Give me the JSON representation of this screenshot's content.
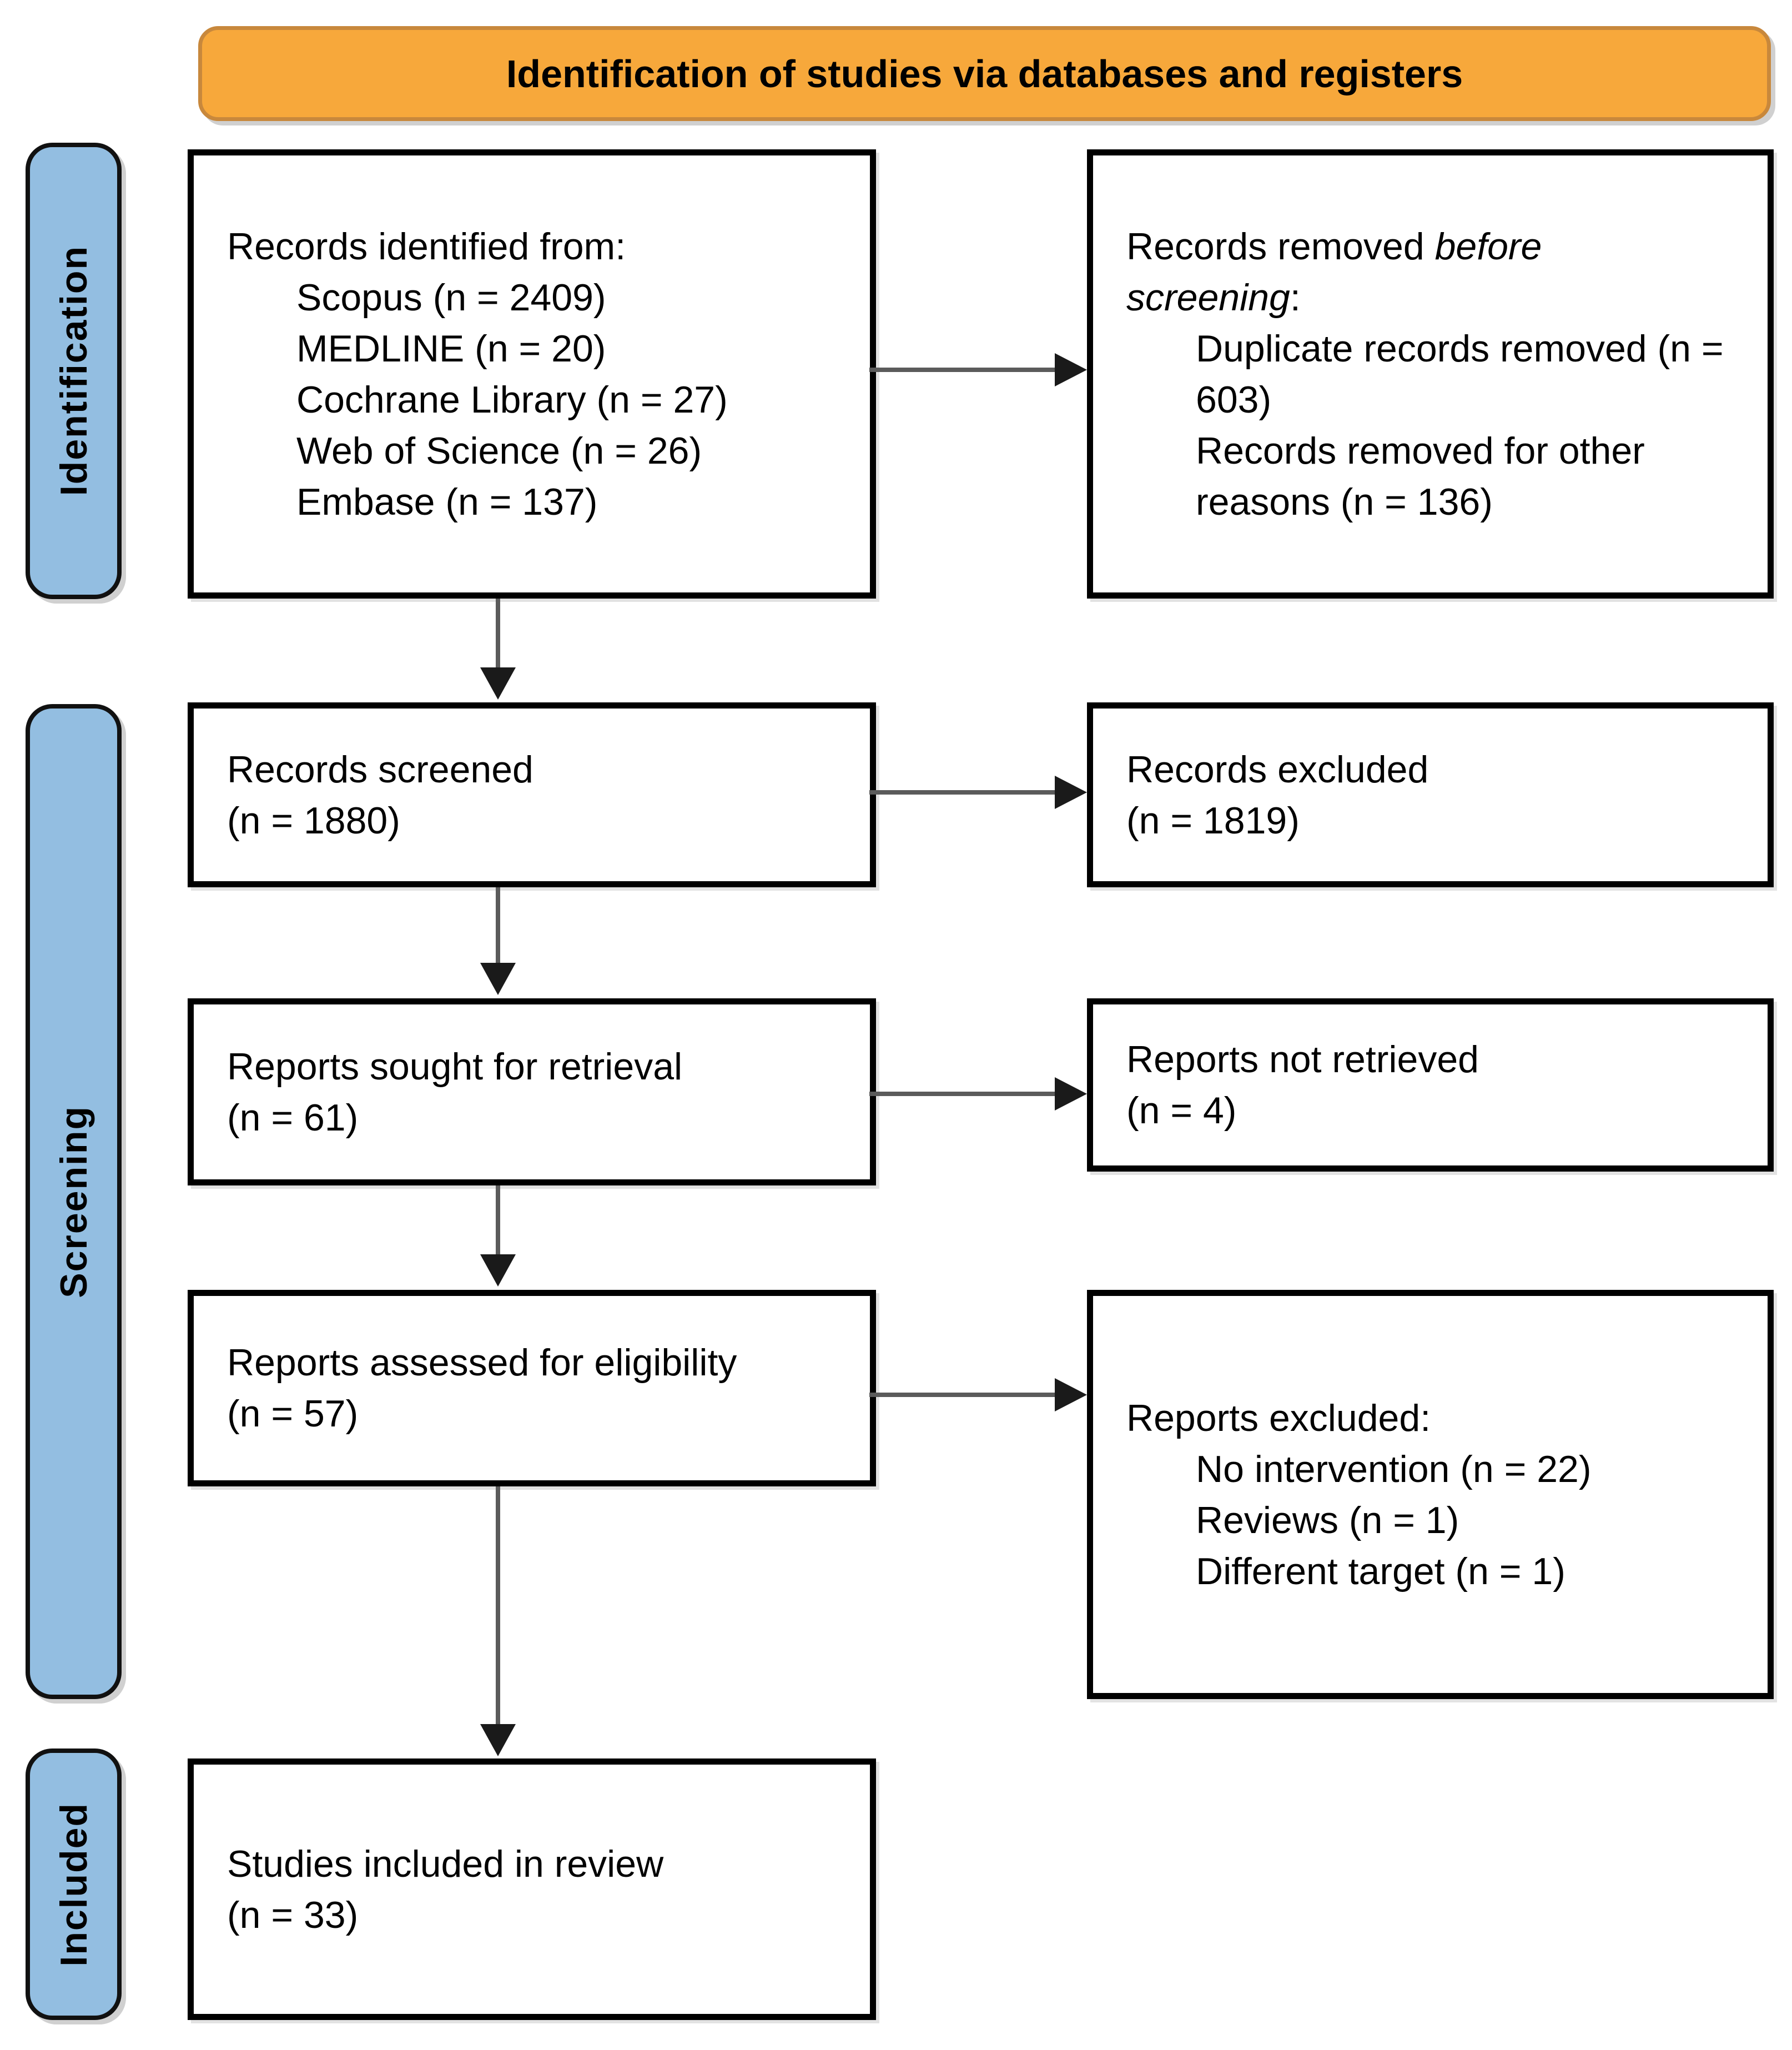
{
  "banner": {
    "title": "Identification of studies via databases and registers"
  },
  "sidebar": {
    "stages": [
      {
        "label": "Identification"
      },
      {
        "label": "Screening"
      },
      {
        "label": "Included"
      }
    ]
  },
  "boxes": {
    "records_identified": {
      "title": "Records identified from:",
      "items": [
        "Scopus (n = 2409)",
        "MEDLINE (n = 20)",
        "Cochrane Library (n = 27)",
        "Web of Science (n = 26)",
        "Embase (n = 137)"
      ]
    },
    "records_removed": {
      "title_prefix": "Records removed ",
      "title_italic": "before screening",
      "title_suffix": ":",
      "items": [
        "Duplicate records removed (n = 603)",
        "Records removed for other reasons (n = 136)"
      ]
    },
    "records_screened": {
      "lines": [
        "Records screened",
        "(n = 1880)"
      ]
    },
    "records_excluded": {
      "lines": [
        "Records excluded",
        "(n = 1819)"
      ]
    },
    "reports_sought": {
      "lines": [
        "Reports sought for retrieval",
        "(n = 61)"
      ]
    },
    "reports_not_retrieved": {
      "lines": [
        "Reports not retrieved",
        "(n = 4)"
      ]
    },
    "reports_assessed": {
      "lines": [
        "Reports assessed for eligibility",
        "(n = 57)"
      ]
    },
    "reports_excluded": {
      "title": "Reports excluded:",
      "items": [
        "No intervention (n = 22)",
        "Reviews (n = 1)",
        "Different target (n = 1)"
      ]
    },
    "studies_included": {
      "lines": [
        "Studies included in review",
        "(n = 33)"
      ]
    }
  },
  "colors": {
    "banner_fill": "#F7A83B",
    "banner_border": "#C8883C",
    "stage_fill": "#93BEE1",
    "box_background": "#FFFFFF",
    "box_border": "#000000",
    "arrow_stem": "#5B5B5B",
    "arrow_head": "#1A1A1A"
  }
}
